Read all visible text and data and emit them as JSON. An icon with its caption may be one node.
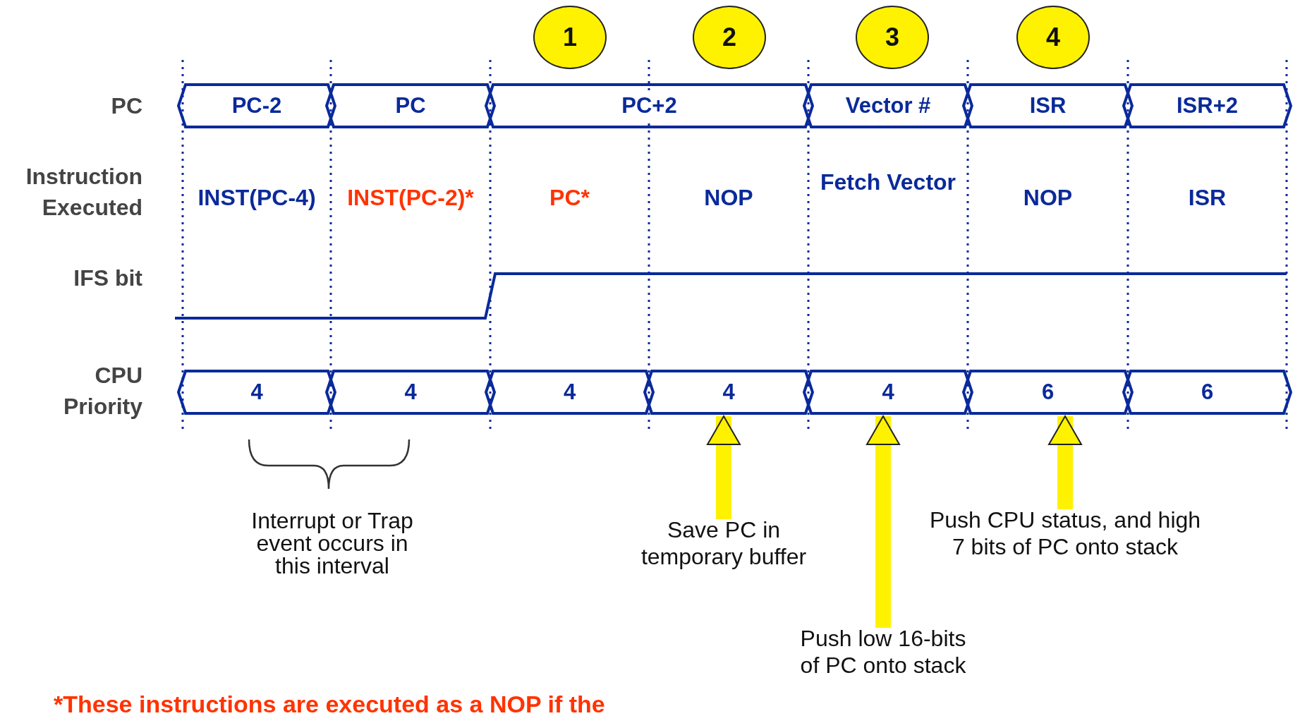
{
  "diagram": {
    "nodes": [
      {
        "text": [
          "1"
        ]
      },
      {
        "text": [
          "2"
        ]
      },
      {
        "text": [
          "3"
        ]
      },
      {
        "text": [
          "4"
        ]
      },
      {
        "text": [
          "PC-2"
        ]
      },
      {
        "text": [
          "PC"
        ]
      },
      {
        "text": [
          "PC+2"
        ]
      },
      {
        "text": [
          "Vector #"
        ]
      },
      {
        "text": [
          "ISR"
        ]
      },
      {
        "text": [
          "ISR+2"
        ]
      },
      {
        "text": [
          "4"
        ]
      },
      {
        "text": [
          "4"
        ]
      },
      {
        "text": [
          "4"
        ]
      },
      {
        "text": [
          "4"
        ]
      },
      {
        "text": [
          "4"
        ]
      },
      {
        "text": [
          "6"
        ]
      },
      {
        "text": [
          "6"
        ]
      },
      {
        "text": [
          "Save PC in temporary buffer"
        ]
      },
      {
        "text": [
          "Push CPU status, and high 7 bits of PC onto stack"
        ]
      },
      {
        "text": [
          "Push low 16-bits of PC onto stack"
        ]
      }
    ],
    "edges": [
      {
        "from": 17,
        "to": 13,
        "arrow": "to"
      },
      {
        "from": 18,
        "to": 15,
        "arrow": "to"
      },
      {
        "from": 19,
        "to": 14,
        "arrow": "to"
      }
    ],
    "labels": [
      "PC",
      "Instruction Executed",
      "IFS bit",
      "CPU Priority",
      "INST(PC-4)",
      "INST(PC-2)*",
      "PC*",
      "NOP",
      "Fetch Vector",
      "NOP",
      "ISR",
      "Interrupt or Trap event occurs in this interval",
      "*These instructions are executed as a NOP if the"
    ]
  }
}
